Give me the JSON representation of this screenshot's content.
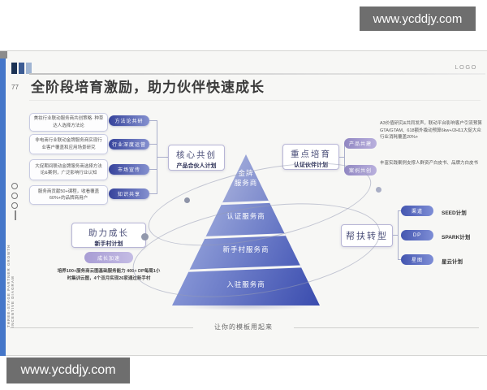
{
  "watermarks": {
    "top": "www.ycddjy.com",
    "bottom": "www.ycddjy.com"
  },
  "header": {
    "page_number": "77",
    "logo": "LOGO",
    "title": "全阶段培育激励，助力伙伴快速成长"
  },
  "side": {
    "vertical_text": "THREE-STAGE PARTNER GROWTH INCENTIVE DIAGRAM"
  },
  "left_panel": {
    "rows": [
      {
        "text": "美妆行业联动服务商共创策略· 种草达人选择方法论",
        "pill": "方法论共研"
      },
      {
        "text": "非电商行业联动金牌服务商实现行业客户覆盖和应用场景研究",
        "pill": "行业深度运营"
      },
      {
        "text": "大促期间联动金牌服务商选择方法论&案例，广泛影响行业认知",
        "pill": "市场宣传"
      },
      {
        "text": "服务商贡献50+课程，收看覆盖60%+的品牌商用户",
        "pill": "知识共享"
      }
    ]
  },
  "hub_core": {
    "title": "核心共创",
    "subtitle": "产品合伙人计划"
  },
  "hub_focus": {
    "title": "重点培育",
    "subtitle": "认证伙伴计划"
  },
  "right_panel": {
    "rows": [
      {
        "pill": "产品共建",
        "text": "A3价值研究&共同发声，联动平台影响客户引流预算GTA/GTAM、618额外撬动预算6kw+/2H11大促大众行业消耗覆盖20%+"
      },
      {
        "pill": "案例共创",
        "text": "丰富实践案例支撑人群资产白皮书、品牌力白皮书"
      }
    ]
  },
  "hub_grow": {
    "title": "助力成长",
    "subtitle": "新手村计划",
    "pill": "成长加速",
    "text": "培养100+服务商云图基础服务能力 400+ DP每周1小时集训云图，4个双月实现26家通过新手村"
  },
  "hub_transform": {
    "title": "帮扶转型",
    "rows": [
      {
        "pill": "渠道",
        "plan": "SEED计划"
      },
      {
        "pill": "DP",
        "plan": "SPARK计划"
      },
      {
        "pill": "星图",
        "plan": "星云计划"
      }
    ]
  },
  "pyramid": {
    "tiers": [
      "金牌\n服务商",
      "认证服务商",
      "新手村服务商",
      "入驻服务商"
    ]
  },
  "footer": {
    "text": "让你的模板用起来"
  },
  "colors": {
    "watermark_bg": "#6e6e6e",
    "strip_blue": "#4577c9",
    "pill_dark_blue": "#36439b",
    "pill_lavender": "#9187c2",
    "pyramid_deep_blue": "#3a4cae"
  }
}
